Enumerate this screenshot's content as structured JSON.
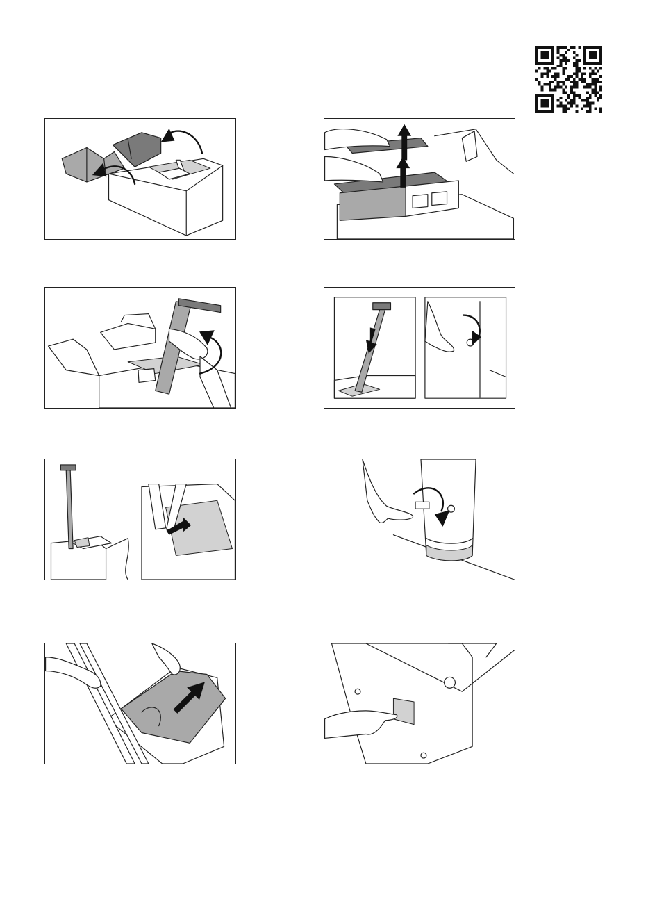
{
  "document": {
    "qr_code": {
      "icon": "qr-code-icon"
    },
    "steps": [
      {
        "id": 1,
        "illustration": "open-box-flaps"
      },
      {
        "id": 2,
        "illustration": "lift-top-covers"
      },
      {
        "id": 3,
        "illustration": "raise-column"
      },
      {
        "id": 4,
        "illustration": "extend-column-insert-screw"
      },
      {
        "id": 5,
        "illustration": "remove-base-plate"
      },
      {
        "id": 6,
        "illustration": "tighten-screw"
      },
      {
        "id": 7,
        "illustration": "pull-base-foil"
      },
      {
        "id": 8,
        "illustration": "insert-card-under-unit"
      }
    ]
  }
}
